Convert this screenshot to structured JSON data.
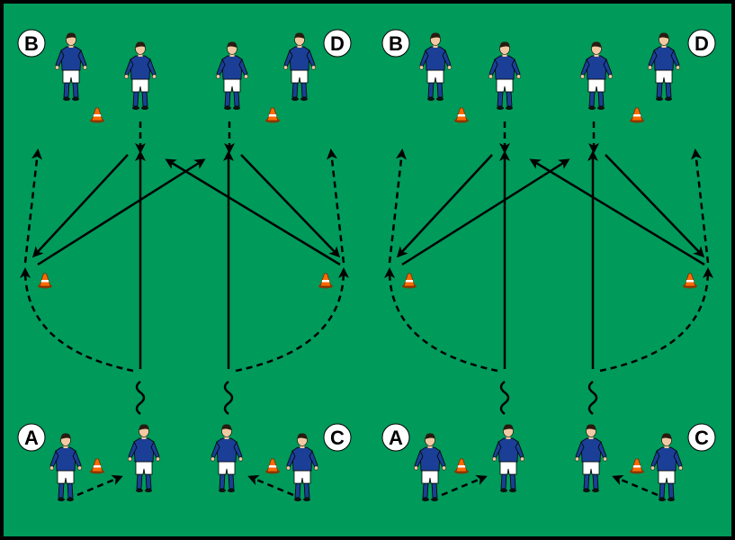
{
  "colors": {
    "pitch": "#009a5b",
    "pitch_border": "#000000",
    "shirt": "#1b3f96",
    "shorts": "#ffffff",
    "socks": "#1b3f96",
    "skin": "#f3c9a3",
    "hair": "#2a1a10",
    "cone": "#ff6a00",
    "cone_stripe": "#ffffff",
    "line": "#000000",
    "badge_fill": "#ffffff",
    "badge_text": "#000000"
  },
  "stations": {
    "top_left": "B",
    "top_right": "D",
    "bottom_left": "A",
    "bottom_right": "C"
  },
  "icons": {
    "player": "player-icon",
    "cone": "cone-icon"
  }
}
